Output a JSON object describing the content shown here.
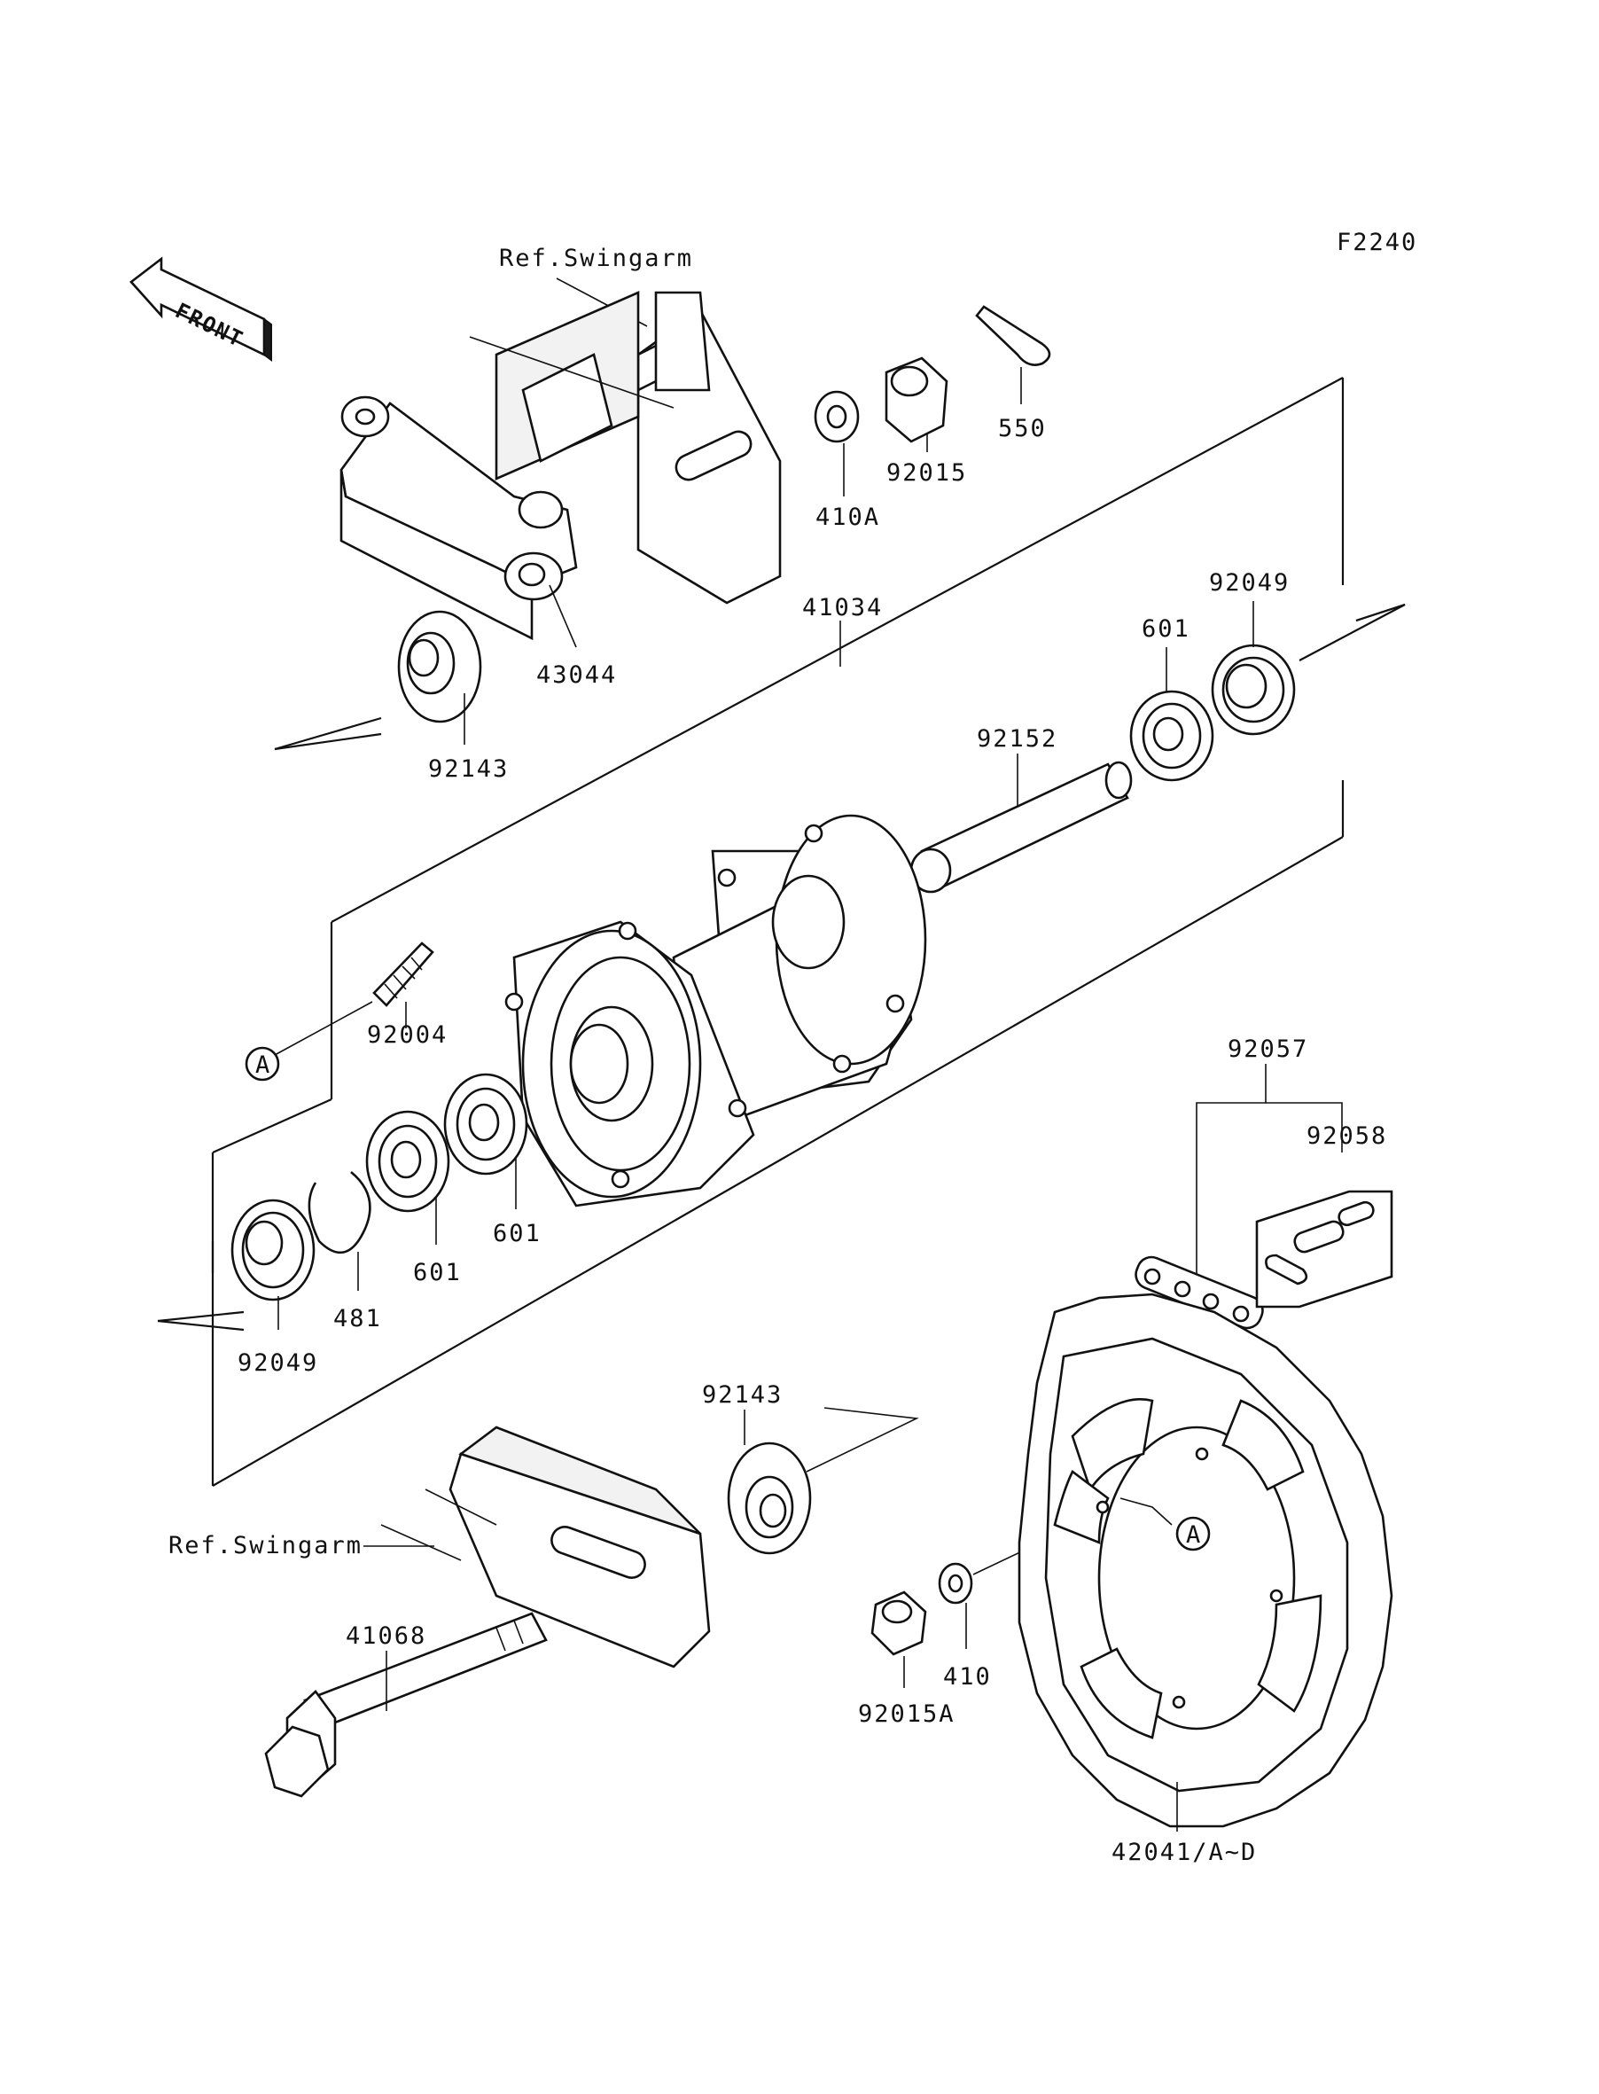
{
  "figure_code": "F2240",
  "front_arrow_text": "FRONT",
  "ref_swingarm_top": "Ref.Swingarm",
  "ref_swingarm_bottom": "Ref.Swingarm",
  "marker_a": "A",
  "labels": {
    "p550": "550",
    "p92015": "92015",
    "p410A": "410A",
    "p43044": "43044",
    "p92143_top": "92143",
    "p41034": "41034",
    "p92049_right": "92049",
    "p601_right": "601",
    "p92152": "92152",
    "p92004": "92004",
    "p601_mid": "601",
    "p601_left": "601",
    "p481": "481",
    "p92049_left": "92049",
    "p92057": "92057",
    "p92058": "92058",
    "p92143_bottom": "92143",
    "p41068": "41068",
    "p92015A": "92015A",
    "p410": "410",
    "p42041": "42041/A~D"
  }
}
